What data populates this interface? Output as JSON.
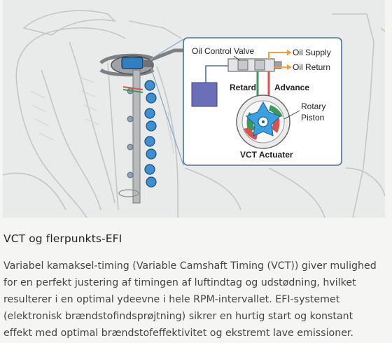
{
  "diagram": {
    "labels": {
      "oil_control_valve": "Oil Control Valve",
      "oil_supply": "Oil Supply",
      "oil_return": "Oil Return",
      "retard": "Retard",
      "advance": "Advance",
      "rotary": "Rotary",
      "piston": "Piston",
      "vct_actuater": "VCT Actuater"
    },
    "colors": {
      "oil_supply_line": "#f2a03a",
      "retard_line": "#3a9a5c",
      "advance_line": "#d9534f",
      "actuator_rotor": "#3aa0e0",
      "retard_block": "#6b6fb8",
      "engine_line": "#b9bcbf"
    }
  },
  "article": {
    "title": "VCT og flerpunkts-EFI",
    "lines": [
      "Variabel kamaksel-timing (Variable Camshaft Timing (VCT)) giver mulighed",
      "for en perfekt justering af timingen af luftindtag og udstødning, hvilket",
      "resulterer i en optimal ydeevne i hele RPM-intervallet. EFI-systemet",
      "(elektronisk brændstofindsprøjtning) sikrer en hurtig start og konstant",
      "effekt med optimal brændstofeffektivitet og ekstremt lave emissioner."
    ]
  }
}
